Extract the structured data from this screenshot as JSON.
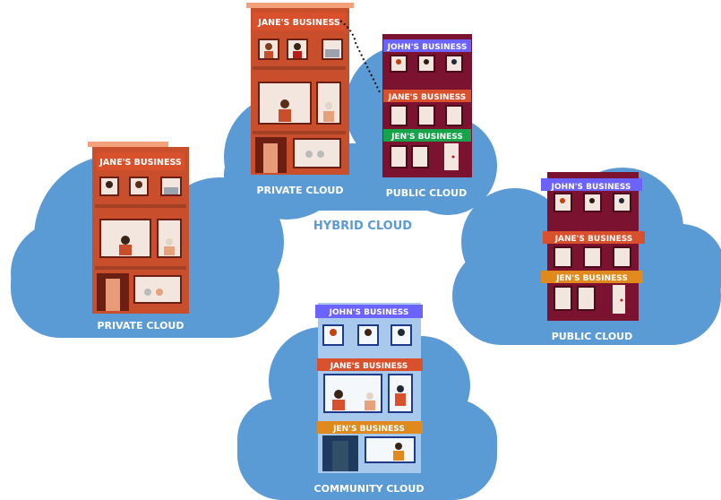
{
  "colors": {
    "cloud": "#5b9bd5",
    "cloud_label": "#ffffff",
    "hybrid_label": "#5b9bd5",
    "private_brick": "#c94e2c",
    "public_brick": "#7a1230",
    "community_wall": "#a9c9ec",
    "john_banner": "#6c63ff",
    "jane_banner": "#d9512c",
    "jen_green": "#16a34a",
    "jen_orange": "#e08a1e"
  },
  "hybrid": {
    "title": "HYBRID CLOUD",
    "private_label": "PRIVATE CLOUD",
    "public_label": "PUBLIC CLOUD",
    "private_building": {
      "banner": "JANE'S BUSINESS"
    },
    "public_building": {
      "banners": [
        "JOHN'S BUSINESS",
        "JANE'S BUSINESS",
        "JEN'S BUSINESS"
      ]
    }
  },
  "private": {
    "label": "PRIVATE CLOUD",
    "building": {
      "banner": "JANE'S BUSINESS"
    }
  },
  "public": {
    "label": "PUBLIC CLOUD",
    "building": {
      "banners": [
        "JOHN'S BUSINESS",
        "JANE'S BUSINESS",
        "JEN'S BUSINESS"
      ]
    }
  },
  "community": {
    "label": "COMMUNITY  CLOUD",
    "building": {
      "banners": [
        "JOHN'S BUSINESS",
        "JANE'S BUSINESS",
        "JEN'S BUSINESS"
      ]
    }
  }
}
